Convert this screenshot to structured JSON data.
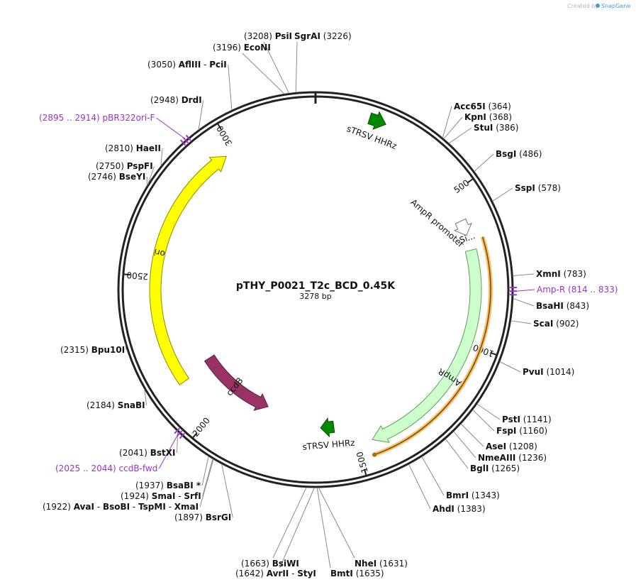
{
  "watermark": {
    "prefix": "Created by",
    "brand": "SnapGene"
  },
  "plasmid": {
    "name": "pTHY_P0021_T2c_BCD_0.45K",
    "size_label": "3278 bp",
    "length": 3278
  },
  "ticks": [
    {
      "pos": 500,
      "label": "500"
    },
    {
      "pos": 1000,
      "label": "1000"
    },
    {
      "pos": 1500,
      "label": "1500"
    },
    {
      "pos": 2000,
      "label": "2000"
    },
    {
      "pos": 2500,
      "label": "2500"
    },
    {
      "pos": 3000,
      "label": "3000"
    }
  ],
  "sites": [
    {
      "id": "psii",
      "name": "PsiI",
      "pos": 3208,
      "pos_label": "(3208)",
      "side": "left",
      "text_lines": [
        "PsiI"
      ]
    },
    {
      "id": "sgrai",
      "name": "SgrAI",
      "pos": 3226,
      "pos_label": "(3226)",
      "side": "right",
      "text_lines": [
        "SgrAI"
      ]
    },
    {
      "id": "econi",
      "name": "EcoNI",
      "pos": 3196,
      "pos_label": "(3196)",
      "side": "left",
      "text_lines": [
        "EcoNI"
      ]
    },
    {
      "id": "afliii-pcii",
      "name": "AflIII - PciI",
      "pos": 3050,
      "pos_label": "(3050)",
      "side": "left",
      "text_lines": [
        "AflIII",
        "PciI"
      ]
    },
    {
      "id": "drdi",
      "name": "DrdI",
      "pos": 2948,
      "pos_label": "(2948)",
      "side": "left",
      "text_lines": [
        "DrdI"
      ]
    },
    {
      "id": "haeii",
      "name": "HaeII",
      "pos": 2810,
      "pos_label": "(2810)",
      "side": "left",
      "text_lines": [
        "HaeII"
      ]
    },
    {
      "id": "pspfi",
      "name": "PspFI",
      "pos": 2750,
      "pos_label": "(2750)",
      "side": "left",
      "text_lines": [
        "PspFI"
      ]
    },
    {
      "id": "bseyi",
      "name": "BseYI",
      "pos": 2746,
      "pos_label": "(2746)",
      "side": "left",
      "text_lines": [
        "BseYI"
      ]
    },
    {
      "id": "bpu10i",
      "name": "Bpu10I",
      "pos": 2315,
      "pos_label": "(2315)",
      "side": "left",
      "text_lines": [
        "Bpu10I"
      ]
    },
    {
      "id": "snabi",
      "name": "SnaBI",
      "pos": 2184,
      "pos_label": "(2184)",
      "side": "left",
      "text_lines": [
        "SnaBI"
      ]
    },
    {
      "id": "bstxi",
      "name": "BstXI",
      "pos": 2041,
      "pos_label": "(2041)",
      "side": "left",
      "text_lines": [
        "BstXI"
      ]
    },
    {
      "id": "bsabi",
      "name": "BsaBI *",
      "pos": 1937,
      "pos_label": "(1937)",
      "side": "left",
      "text_lines": [
        "BsaBI *"
      ]
    },
    {
      "id": "smai-srfi",
      "name": "SmaI - SrfI",
      "pos": 1924,
      "pos_label": "(1924)",
      "side": "left",
      "text_lines": [
        "SmaI",
        "SrfI"
      ]
    },
    {
      "id": "avai-group",
      "name": "AvaI - BsoBI - TspMI - XmaI",
      "pos": 1922,
      "pos_label": "(1922)",
      "side": "left",
      "text_lines": [
        "AvaI",
        "BsoBI",
        "TspMI",
        "XmaI"
      ]
    },
    {
      "id": "bsrgi",
      "name": "BsrGI",
      "pos": 1897,
      "pos_label": "(1897)",
      "side": "left",
      "text_lines": [
        "BsrGI"
      ]
    },
    {
      "id": "bsiwi",
      "name": "BsiWI",
      "pos": 1663,
      "pos_label": "(1663)",
      "side": "left",
      "text_lines": [
        "BsiWI"
      ]
    },
    {
      "id": "avrii-styi",
      "name": "AvrII - StyI",
      "pos": 1642,
      "pos_label": "(1642)",
      "side": "left",
      "text_lines": [
        "AvrII",
        "StyI"
      ]
    },
    {
      "id": "nhei",
      "name": "NheI",
      "pos": 1631,
      "pos_label": "(1631)",
      "side": "right",
      "text_lines": [
        "NheI"
      ]
    },
    {
      "id": "bmti",
      "name": "BmtI",
      "pos": 1635,
      "pos_label": "(1635)",
      "side": "right",
      "text_lines": [
        "BmtI"
      ]
    },
    {
      "id": "ahdi",
      "name": "AhdI",
      "pos": 1383,
      "pos_label": "(1383)",
      "side": "right",
      "text_lines": [
        "AhdI"
      ]
    },
    {
      "id": "bmri",
      "name": "BmrI",
      "pos": 1343,
      "pos_label": "(1343)",
      "side": "right",
      "text_lines": [
        "BmrI"
      ]
    },
    {
      "id": "bgli",
      "name": "BglI",
      "pos": 1265,
      "pos_label": "(1265)",
      "side": "right",
      "text_lines": [
        "BglI"
      ]
    },
    {
      "id": "nmeaiii",
      "name": "NmeAIII",
      "pos": 1236,
      "pos_label": "(1236)",
      "side": "right",
      "text_lines": [
        "NmeAIII"
      ]
    },
    {
      "id": "asei",
      "name": "AseI",
      "pos": 1208,
      "pos_label": "(1208)",
      "side": "right",
      "text_lines": [
        "AseI"
      ]
    },
    {
      "id": "fspi",
      "name": "FspI",
      "pos": 1160,
      "pos_label": "(1160)",
      "side": "right",
      "text_lines": [
        "FspI"
      ]
    },
    {
      "id": "psti",
      "name": "PstI",
      "pos": 1141,
      "pos_label": "(1141)",
      "side": "right",
      "text_lines": [
        "PstI"
      ]
    },
    {
      "id": "pvui",
      "name": "PvuI",
      "pos": 1014,
      "pos_label": "(1014)",
      "side": "right",
      "text_lines": [
        "PvuI"
      ]
    },
    {
      "id": "scai",
      "name": "ScaI",
      "pos": 902,
      "pos_label": "(902)",
      "side": "right",
      "text_lines": [
        "ScaI"
      ]
    },
    {
      "id": "bsahi",
      "name": "BsaHI",
      "pos": 843,
      "pos_label": "(843)",
      "side": "right",
      "text_lines": [
        "BsaHI"
      ]
    },
    {
      "id": "xmni",
      "name": "XmnI",
      "pos": 783,
      "pos_label": "(783)",
      "side": "right",
      "text_lines": [
        "XmnI"
      ]
    },
    {
      "id": "sspi",
      "name": "SspI",
      "pos": 578,
      "pos_label": "(578)",
      "side": "right",
      "text_lines": [
        "SspI"
      ]
    },
    {
      "id": "bsgi",
      "name": "BsgI",
      "pos": 486,
      "pos_label": "(486)",
      "side": "right",
      "text_lines": [
        "BsgI"
      ]
    },
    {
      "id": "stui",
      "name": "StuI",
      "pos": 386,
      "pos_label": "(386)",
      "side": "right",
      "text_lines": [
        "StuI"
      ]
    },
    {
      "id": "kpni",
      "name": "KpnI",
      "pos": 368,
      "pos_label": "(368)",
      "side": "right",
      "text_lines": [
        "KpnI"
      ]
    },
    {
      "id": "acc65i",
      "name": "Acc65I",
      "pos": 364,
      "pos_label": "(364)",
      "side": "right",
      "text_lines": [
        "Acc65I"
      ]
    }
  ],
  "primers": [
    {
      "id": "pbr322ori",
      "name": "pBR322ori-F",
      "range_label": "(2895 .. 2914)",
      "start": 2895,
      "end": 2914,
      "side": "left"
    },
    {
      "id": "amp-r",
      "name": "Amp-R",
      "range_label": "(814 .. 833)",
      "start": 814,
      "end": 833,
      "side": "right"
    },
    {
      "id": "ccdb-fwd",
      "name": "ccdB-fwd",
      "range_label": "(2025 .. 2044)",
      "start": 2025,
      "end": 2044,
      "side": "left"
    }
  ],
  "features": [
    {
      "id": "ori",
      "name": "ori",
      "start": 2140,
      "end": 2970,
      "radius": 226,
      "width": 16,
      "direction": "cw",
      "fill": "#ffff00",
      "stroke": "#8a8a00"
    },
    {
      "id": "ampr",
      "name": "AmpR",
      "start": 690,
      "end": 1450,
      "radius": 226,
      "width": 16,
      "direction": "cw",
      "fill": "#ccffcc",
      "stroke": "#5aa05a"
    },
    {
      "id": "ampr-promoter",
      "name": "AmpR promoter",
      "start": 590,
      "end": 640,
      "radius": 226,
      "width": 16,
      "direction": "cw",
      "fill": "#ffffff",
      "stroke": "#777777"
    },
    {
      "id": "ccdb",
      "name": "ccdB",
      "start": 1840,
      "end": 2160,
      "radius": 178,
      "width": 16,
      "direction": "ccw",
      "fill": "#993366",
      "stroke": "#5a1f3c"
    },
    {
      "id": "srsv-top",
      "name": "sTRSV HHRz",
      "start": 160,
      "end": 210,
      "radius": 253,
      "width": 16,
      "direction": "cw",
      "fill": "#008800",
      "stroke": "#005500"
    },
    {
      "id": "srsv-bottom",
      "name": "sTRSV HHRz",
      "start": 1570,
      "end": 1620,
      "radius": 195,
      "width": 16,
      "direction": "cw",
      "fill": "#008800",
      "stroke": "#005500"
    }
  ],
  "sigma_label": "Si..."
}
